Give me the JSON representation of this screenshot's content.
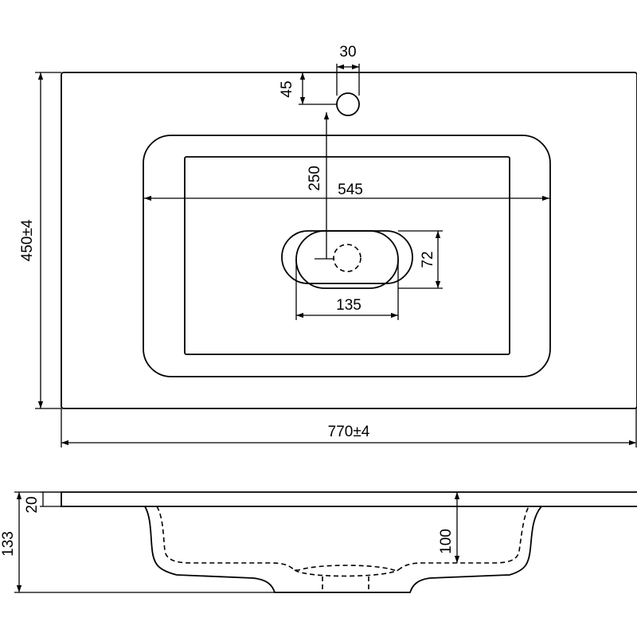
{
  "dimensions": {
    "tap_hole_width": "30",
    "tap_hole_offset": "45",
    "tap_to_drain": "250",
    "bowl_width": "545",
    "drain_recess_height": "72",
    "drain_recess_width": "135",
    "overall_depth": "450±4",
    "overall_width": "770±4",
    "top_thickness": "20",
    "overall_height": "133",
    "bowl_depth": "100"
  }
}
